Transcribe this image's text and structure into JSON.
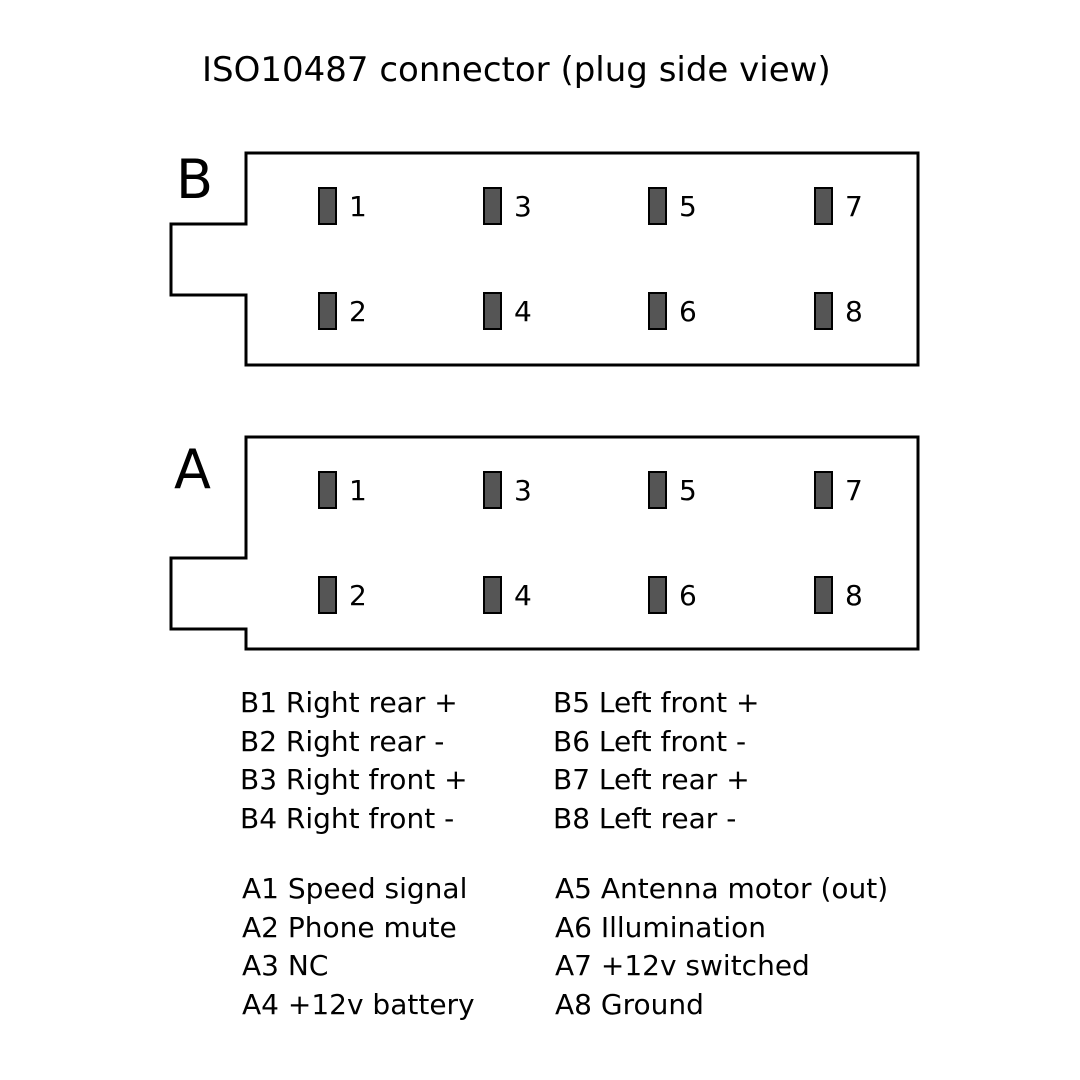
{
  "title": "ISO10487 connector (plug side view)",
  "colors": {
    "outline": "#000000",
    "pin_fill": "#555555",
    "background": "#ffffff"
  },
  "connectors": [
    {
      "id": "B",
      "label": "B",
      "pins_top": [
        "1",
        "3",
        "5",
        "7"
      ],
      "pins_bottom": [
        "2",
        "4",
        "6",
        "8"
      ]
    },
    {
      "id": "A",
      "label": "A",
      "pins_top": [
        "1",
        "3",
        "5",
        "7"
      ],
      "pins_bottom": [
        "2",
        "4",
        "6",
        "8"
      ]
    }
  ],
  "legend": {
    "b_left": [
      "B1 Right rear +",
      "B2 Right rear -",
      "B3 Right front +",
      "B4 Right front -"
    ],
    "b_right": [
      "B5 Left front +",
      "B6 Left front -",
      "B7 Left rear +",
      "B8 Left rear -"
    ],
    "a_left": [
      "A1 Speed signal",
      "A2 Phone mute",
      "A3 NC",
      "A4 +12v battery"
    ],
    "a_right": [
      "A5 Antenna motor (out)",
      "A6 Illumination",
      "A7 +12v switched",
      "A8 Ground"
    ]
  }
}
